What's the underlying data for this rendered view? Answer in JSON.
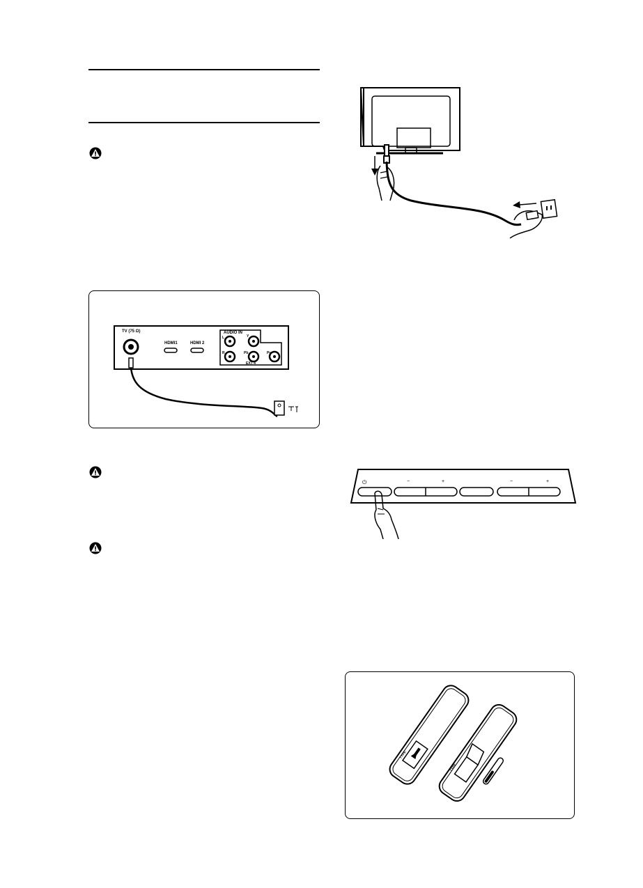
{
  "panel": {
    "aerial_label": "TV (75 Ω)",
    "hdmi1_label": "HDMI1",
    "hdmi2_label": "HDMI 2",
    "audio_in_label": "AUDIO IN",
    "audio_l_label": "L",
    "audio_r_label": "R",
    "y_label": "Y",
    "pb_label": "Pb",
    "pr_label": "Pr",
    "ext_label": "EXT 4"
  },
  "controls": {
    "power_symbol": "⏻",
    "minus_1": "−",
    "plus_1": "+",
    "minus_2": "−",
    "plus_2": "+"
  },
  "remote": {
    "battery_label_1": "TYPE",
    "battery_label_2": "TYPE"
  },
  "icons": [
    "warning-icon",
    "tv-rear-illustration",
    "antenna-panel-illustration",
    "tv-controls-illustration",
    "remote-battery-illustration"
  ]
}
